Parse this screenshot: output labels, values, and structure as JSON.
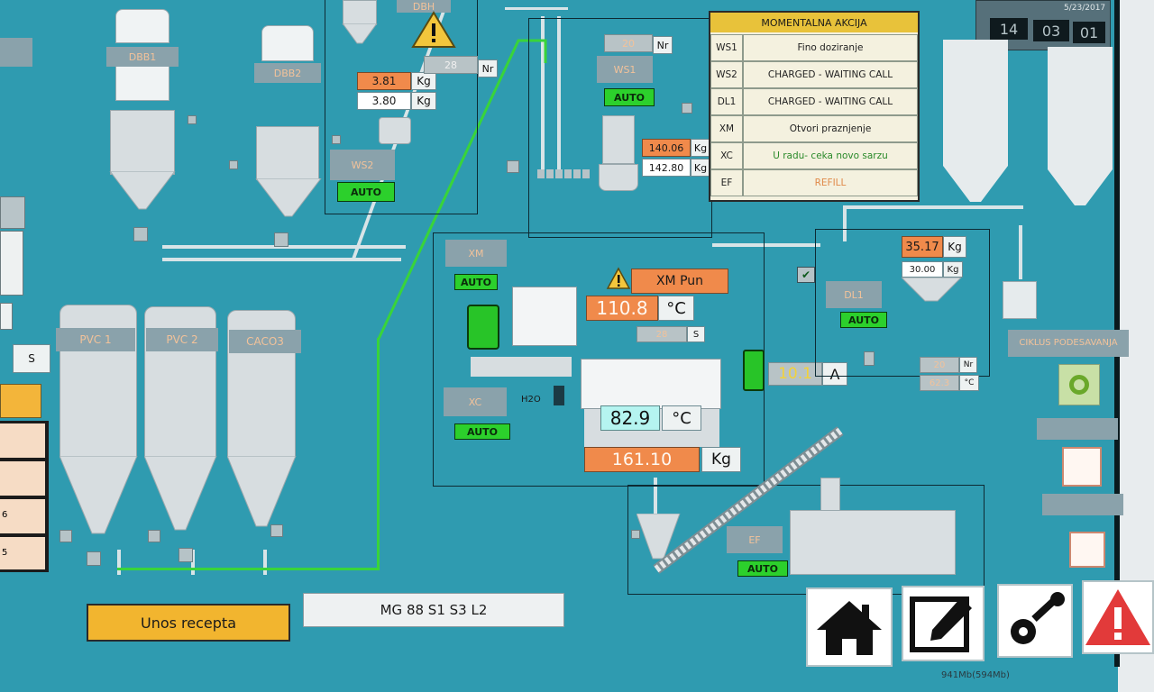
{
  "clock": {
    "date": "5/23/2017",
    "hh": "14",
    "mm": "03",
    "ss": "01"
  },
  "action_table": {
    "title": "MOMENTALNA AKCIJA",
    "rows": [
      {
        "code": "WS1",
        "status": "Fino doziranje",
        "tone": "dark"
      },
      {
        "code": "WS2",
        "status": "CHARGED - WAITING CALL",
        "tone": "dark"
      },
      {
        "code": "DL1",
        "status": "CHARGED - WAITING CALL",
        "tone": "dark"
      },
      {
        "code": "XM",
        "status": "Otvori praznjenje",
        "tone": "dark"
      },
      {
        "code": "XC",
        "status": "U radu- ceka novo sarzu",
        "tone": "green"
      },
      {
        "code": "EF",
        "status": "REFILL",
        "tone": "orange"
      }
    ]
  },
  "silos_top": {
    "dbb1": "DBB1",
    "dbb2": "DBB2"
  },
  "ws2": {
    "label": "WS2",
    "mode": "AUTO",
    "value1": "3.81",
    "value2": "3.80",
    "unit": "Kg",
    "dbh_label": "DBH"
  },
  "nr_box": {
    "value": "28",
    "unit": "Nr"
  },
  "ws1": {
    "label": "WS1",
    "mode": "AUTO",
    "nr_value": "20",
    "nr_unit": "Nr",
    "value1": "140.06",
    "value2": "142.80",
    "unit": "Kg"
  },
  "xm": {
    "label": "XM",
    "mode": "AUTO",
    "alarm": "XM Pun",
    "temp": "110.8",
    "temp_unit": "°C",
    "time_value": "28",
    "time_unit": "S"
  },
  "xc": {
    "label": "XC",
    "mode": "AUTO",
    "h2o": "H2O",
    "temp": "82.9",
    "temp_unit": "°C",
    "weight": "161.10",
    "weight_unit": "Kg",
    "amps": "10.1",
    "amps_unit": "A"
  },
  "dl1": {
    "label": "DL1",
    "mode": "AUTO",
    "value1": "35.17",
    "value2": "30.00",
    "unit": "Kg",
    "nr_value": "20",
    "nr_unit": "Nr",
    "temp_value": "62.3",
    "temp_unit": "°C"
  },
  "ef": {
    "label": "EF",
    "mode": "AUTO"
  },
  "pvc_silos": [
    "PVC 1",
    "PVC 2",
    "CACO3"
  ],
  "left_edge": {
    "value_box": "S",
    "rows": [
      "6",
      "5"
    ]
  },
  "right_panel": {
    "label": "CIKLUS PODESAVANJA"
  },
  "recipe": {
    "button": "Unos recepta",
    "name": "MG 88 S1 S3 L2"
  },
  "toolbar": {
    "home": "home-icon",
    "edit": "edit-icon",
    "settings": "settings-icon",
    "alarm": "alarm-icon"
  },
  "status_bar": {
    "memory": "941Mb(594Mb)"
  },
  "colors": {
    "background": "#2f9bb0",
    "auto_green": "#2cd02c",
    "value_orange": "#f08a4b",
    "table_header": "#e8c23a",
    "recipe_button": "#f2b52f"
  }
}
